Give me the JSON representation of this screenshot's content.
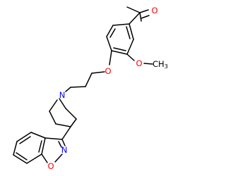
{
  "atoms": {
    "o_ketone": "O",
    "o_methoxy": "O",
    "methyl": "CH",
    "methyl_sub": "3",
    "o_ether": "O",
    "n_piperidine": "N",
    "n_isoxazole": "N",
    "o_isoxazole": "O"
  },
  "colors": {
    "bond": "#000000",
    "oxygen": "#ff0000",
    "nitrogen": "#0000ff",
    "carbon": "#000000"
  }
}
